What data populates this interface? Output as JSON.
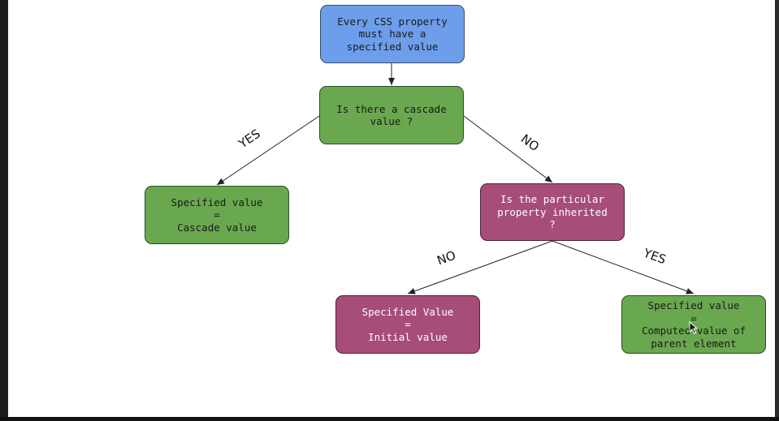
{
  "nodes": {
    "root": [
      "Every CSS property",
      "must have a",
      "specified value"
    ],
    "cascade_question": [
      "Is there a cascade",
      "value ?"
    ],
    "cascade_result": [
      "Specified value",
      "=",
      "Cascade value"
    ],
    "inherited_question": [
      "Is the particular",
      "property inherited",
      "?"
    ],
    "initial_result": [
      "Specified Value",
      "=",
      "Initial value"
    ],
    "computed_result": [
      "Specified value",
      "=",
      "Computed value of",
      "parent element"
    ]
  },
  "edge_labels": {
    "cascade_yes": "YES",
    "cascade_no": "NO",
    "inherited_no": "NO",
    "inherited_yes": "YES"
  },
  "colors": {
    "root": "#6d9eeb",
    "decision_green": "#6aa84f",
    "decision_pink": "#a64d79"
  },
  "icons": {
    "cursor": "mouse-pointer-icon"
  }
}
